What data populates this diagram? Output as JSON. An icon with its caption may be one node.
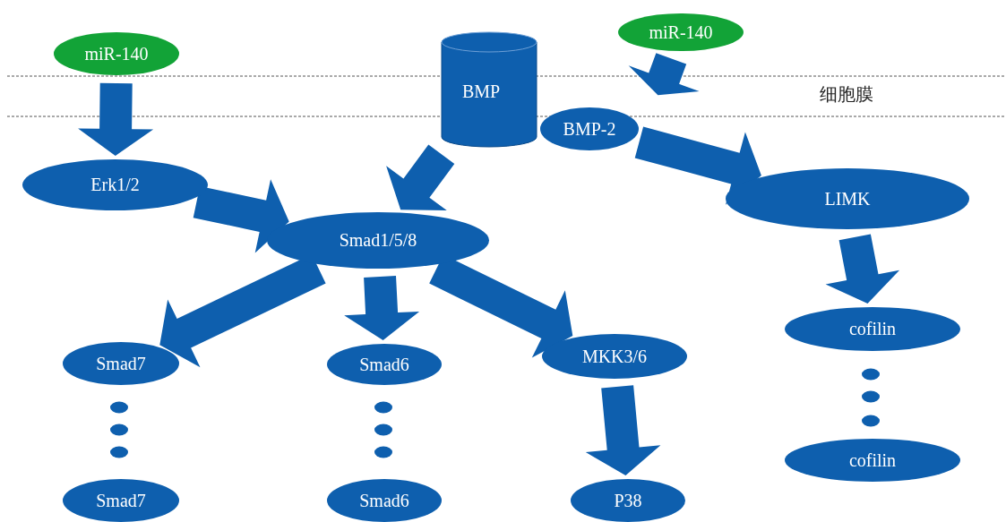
{
  "diagram": {
    "nodes": [
      {
        "text": [
          "miR-140"
        ]
      },
      {
        "text": [
          "BMP"
        ]
      },
      {
        "text": [
          "BMP-2"
        ]
      },
      {
        "text": [
          "miR-140"
        ]
      },
      {
        "text": [
          "Erk1/2"
        ]
      },
      {
        "text": [
          "Smad1/5/8"
        ]
      },
      {
        "text": [
          "LIMK"
        ]
      },
      {
        "text": [
          "Smad7"
        ]
      },
      {
        "text": [
          "Smad6"
        ]
      },
      {
        "text": [
          "MKK3/6"
        ]
      },
      {
        "text": [
          "cofilin"
        ]
      },
      {
        "text": [
          "Smad7"
        ]
      },
      {
        "text": [
          "Smad6"
        ]
      },
      {
        "text": [
          "P38"
        ]
      },
      {
        "text": [
          "cofilin"
        ]
      }
    ],
    "edges": [
      {
        "from": 0,
        "to": 4,
        "arrow": "to"
      },
      {
        "from": 3,
        "to": null,
        "arrow": "to"
      },
      {
        "from": 2,
        "to": 6,
        "arrow": "to"
      },
      {
        "from": 1,
        "to": 5,
        "arrow": "to"
      },
      {
        "from": 4,
        "to": 5,
        "arrow": "to"
      },
      {
        "from": 5,
        "to": 7,
        "arrow": "to"
      },
      {
        "from": 5,
        "to": 8,
        "arrow": "to"
      },
      {
        "from": 5,
        "to": 9,
        "arrow": "to"
      },
      {
        "from": 9,
        "to": 13,
        "arrow": "to"
      },
      {
        "from": 6,
        "to": 10,
        "arrow": "to"
      }
    ],
    "labels": [
      "细胞膜"
    ]
  }
}
